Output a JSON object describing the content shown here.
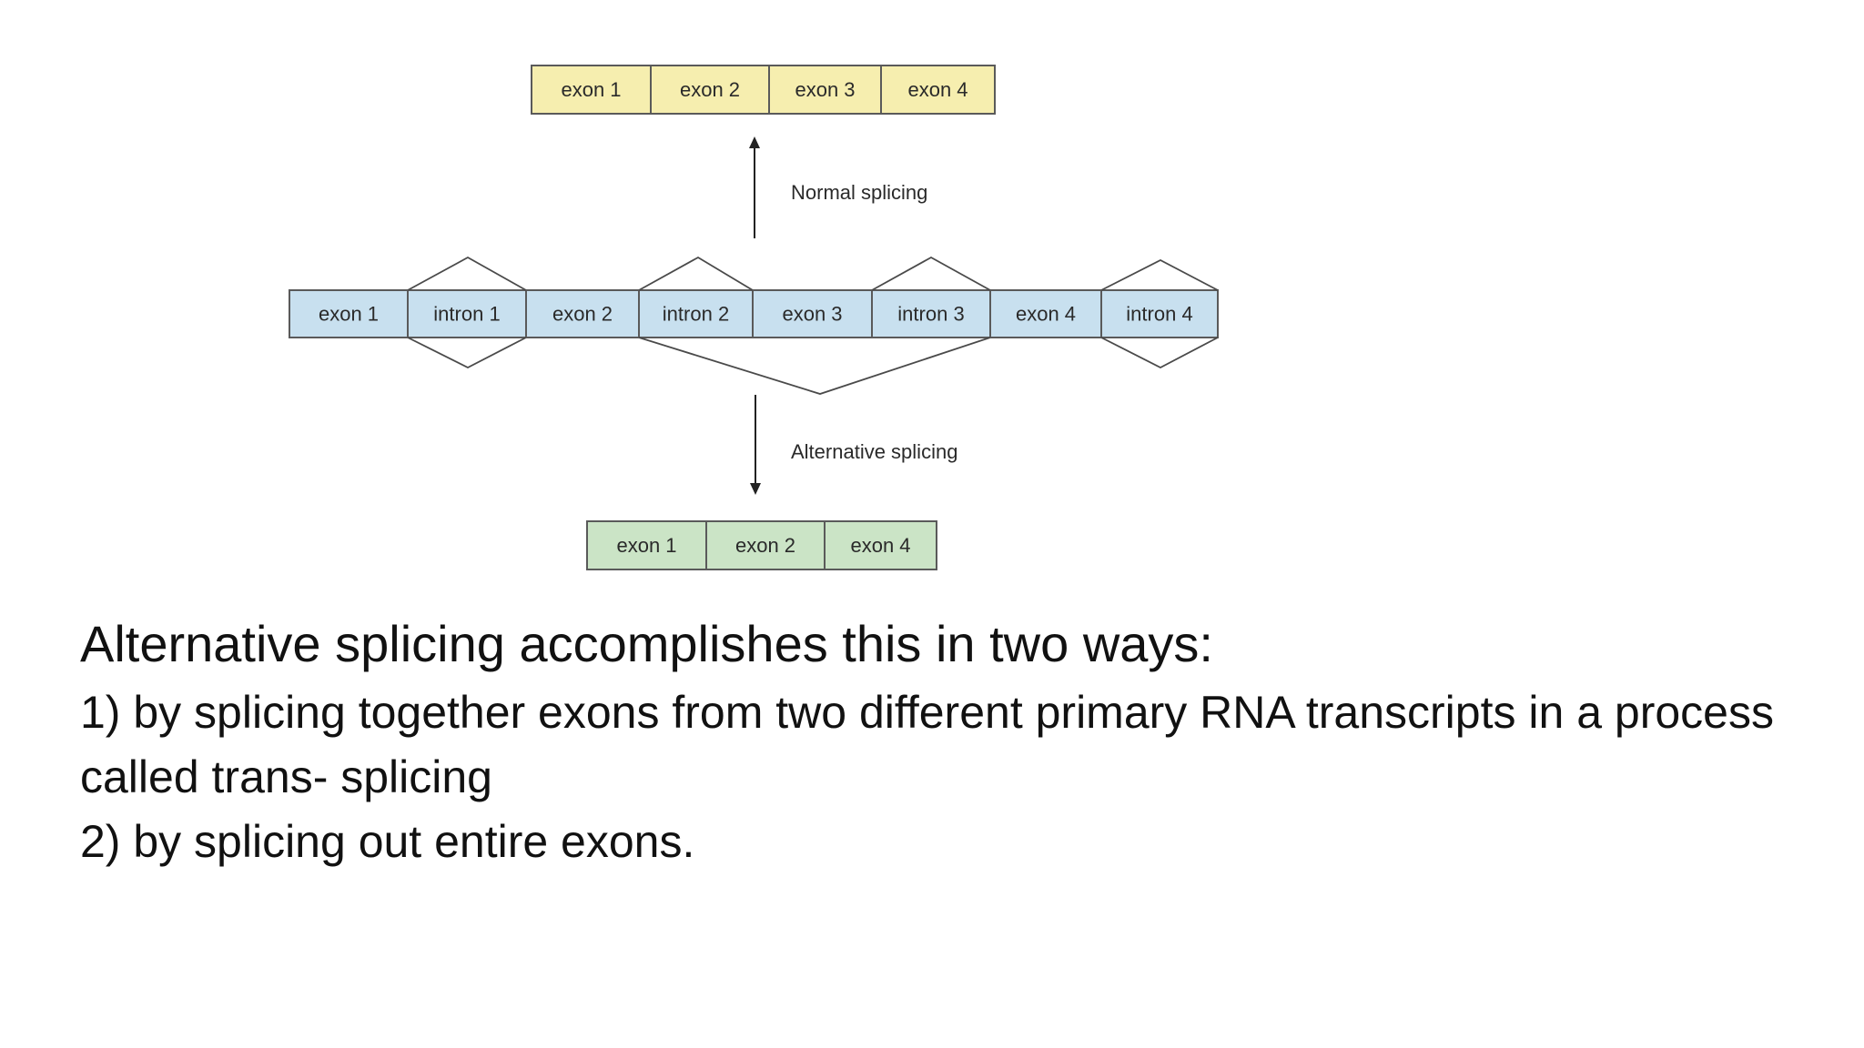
{
  "colors": {
    "mature_normal_fill": "#f6eeaf",
    "pre_mrna_fill": "#c8e0ef",
    "mature_alt_fill": "#cbe4c6",
    "stroke": "#5a5a5a",
    "text": "#111111"
  },
  "diagram": {
    "normal_mature": [
      "exon 1",
      "exon 2",
      "exon 3",
      "exon 4"
    ],
    "pre_mrna": [
      "exon 1",
      "intron 1",
      "exon 2",
      "intron 2",
      "exon 3",
      "intron 3",
      "exon 4",
      "intron 4"
    ],
    "alternative_mature": [
      "exon 1",
      "exon 2",
      "exon 4"
    ],
    "normal_label": "Normal splicing",
    "alternative_label": "Alternative splicing"
  },
  "text": {
    "heading": "Alternative splicing accomplishes this in two ways:",
    "point1": " 1) by splicing together exons from two different primary RNA transcripts in a process called trans- splicing",
    "point2": " 2) by splicing out entire exons."
  }
}
